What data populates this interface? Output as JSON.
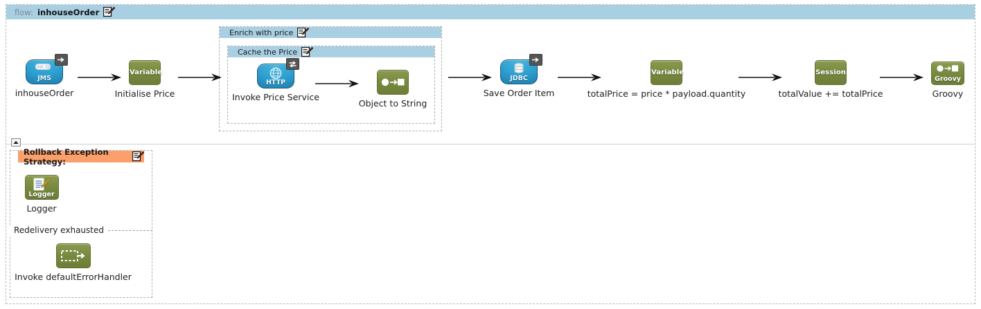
{
  "canvas": {
    "flow": {
      "keyword": "flow:",
      "name": "inhouseOrder",
      "edit_icon": "edit-pencil-icon"
    },
    "scopes": [
      {
        "id": "enrich",
        "title": "Enrich with price",
        "edit_icon": "edit-pencil-icon"
      },
      {
        "id": "cache",
        "title": "Cache the Price",
        "edit_icon": "edit-pencil-icon"
      }
    ],
    "main_nodes": [
      {
        "id": "inhouse-order",
        "label": "inhouseOrder",
        "icon": "jms-endpoint-icon",
        "icon_text": "JMS",
        "badge": "inbound-arrow-badge",
        "kind": "blue"
      },
      {
        "id": "initialise-price",
        "label": "Initialise Price",
        "icon": "variable-icon",
        "icon_text": "Variable",
        "badge": "",
        "kind": "green"
      },
      {
        "id": "invoke-price-service",
        "label": "Invoke Price Service",
        "icon": "http-endpoint-icon",
        "icon_text": "HTTP",
        "badge": "request-response-badge",
        "kind": "blue"
      },
      {
        "id": "object-to-string",
        "label": "Object to String",
        "icon": "transformer-icon",
        "icon_text": "",
        "badge": "",
        "kind": "green"
      },
      {
        "id": "save-order-item",
        "label": "Save Order Item",
        "icon": "jdbc-endpoint-icon",
        "icon_text": "JDBC",
        "badge": "outbound-arrow-badge",
        "kind": "blue"
      },
      {
        "id": "total-price",
        "label": "totalPrice = price * payload.quantity",
        "icon": "variable-icon",
        "icon_text": "Variable",
        "badge": "",
        "kind": "green"
      },
      {
        "id": "total-value",
        "label": "totalValue += totalPrice",
        "icon": "session-variable-icon",
        "icon_text": "Session",
        "badge": "",
        "kind": "green"
      },
      {
        "id": "groovy",
        "label": "Groovy",
        "icon": "groovy-transformer-icon",
        "icon_text": "Groovy",
        "badge": "",
        "kind": "green"
      }
    ],
    "collapse_handle": "collapse-handle",
    "exception_strategy": {
      "title": "Rollback Exception Strategy:",
      "edit_icon": "edit-pencil-icon",
      "nodes": [
        {
          "id": "logger",
          "label": "Logger",
          "icon": "logger-icon",
          "icon_text": "Logger"
        },
        {
          "id": "invoke-default-error-handler",
          "label": "Invoke defaultErrorHandler",
          "icon": "flow-reference-icon",
          "icon_text": ""
        }
      ],
      "divider_label": "Redelivery exhausted"
    },
    "colors": {
      "scope_header": "#a8cfe2",
      "exception_header": "#fba06a",
      "green_node": "#76873e",
      "blue_node": "#2d9fd0",
      "canvas_background": "#ffffff",
      "dashed_border": "#b0b0b0"
    }
  }
}
